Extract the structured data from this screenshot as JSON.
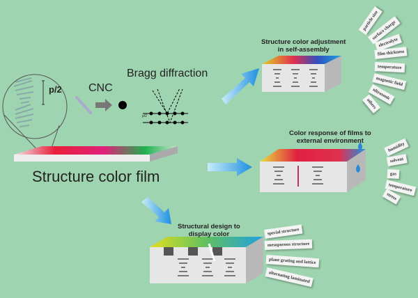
{
  "left": {
    "pitch_label": "p/2",
    "cnc_label": "CNC",
    "bragg_label": "Bragg diffraction",
    "bragg_small_label": "p/2",
    "film_label": "Structure color film"
  },
  "top_branch": {
    "heading_line1": "Structure color adjustment",
    "heading_line2": "in self-assembly",
    "tags": [
      "particle size",
      "surface charge",
      "electrolyte",
      "film thickness",
      "temperature",
      "magnetic field",
      "ultrasonic",
      "others"
    ]
  },
  "middle_branch": {
    "heading_line1": "Color response of films to",
    "heading_line2": "external environment",
    "tags": [
      "humidity",
      "solvent",
      "gas",
      "temperature",
      "stress"
    ]
  },
  "bottom_branch": {
    "heading_line1": "Structural design to",
    "heading_line2": "display color",
    "tags": [
      "special structure",
      "mesoporous structure",
      "plane grating and lattice",
      "alternating laminated"
    ]
  },
  "colors": {
    "background": "#9fd4b0",
    "arrow": "#3aa0e0",
    "box_face": "#e6e6e6",
    "box_side": "#b8b8b8"
  }
}
